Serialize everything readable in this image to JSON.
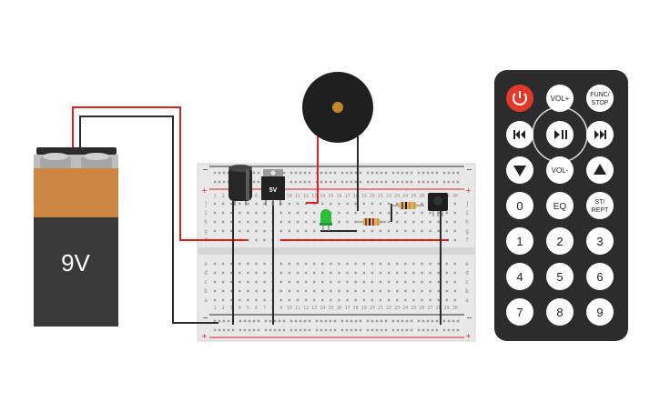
{
  "battery": {
    "label": "9V"
  },
  "regulator": {
    "label": "5V"
  },
  "breadboard": {
    "column_numbers": [
      "1",
      "2",
      "3",
      "4",
      "5",
      "6",
      "7",
      "8",
      "9",
      "10",
      "11",
      "12",
      "13",
      "14",
      "15",
      "16",
      "17",
      "18",
      "19",
      "20",
      "21",
      "22",
      "23",
      "24",
      "25",
      "26",
      "27",
      "28",
      "29",
      "30"
    ],
    "row_letters_top": [
      "j",
      "i",
      "h",
      "g",
      "f"
    ],
    "row_letters_bottom": [
      "e",
      "d",
      "c",
      "b",
      "a"
    ],
    "rail_minus": "−",
    "rail_plus": "+"
  },
  "remote": {
    "buttons": {
      "power": "",
      "vol_up": "VOL+",
      "func_stop_1": "FUNC/",
      "func_stop_2": "STOP",
      "prev": "",
      "play_pause": "",
      "next": "",
      "down": "",
      "vol_down": "VOL-",
      "up": "",
      "zero": "0",
      "eq": "EQ",
      "st_rept_1": "ST/",
      "st_rept_2": "REPT",
      "one": "1",
      "two": "2",
      "three": "3",
      "four": "4",
      "five": "5",
      "six": "6",
      "seven": "7",
      "eight": "8",
      "nine": "9"
    },
    "icons": {
      "power": "power-icon",
      "prev": "skip-previous-icon",
      "play_pause": "play-pause-icon",
      "next": "skip-next-icon",
      "down": "triangle-down-icon",
      "up": "triangle-up-icon"
    }
  },
  "colors": {
    "wire_red": "#d9221c",
    "wire_black": "#2b2b2b",
    "battery_orange": "#cc8644",
    "battery_body": "#3a3a3a",
    "remote_body": "#2c2c2c",
    "power_button": "#e23a2a",
    "led": "#2ebd3a",
    "breadboard": "#e8e8e8"
  }
}
